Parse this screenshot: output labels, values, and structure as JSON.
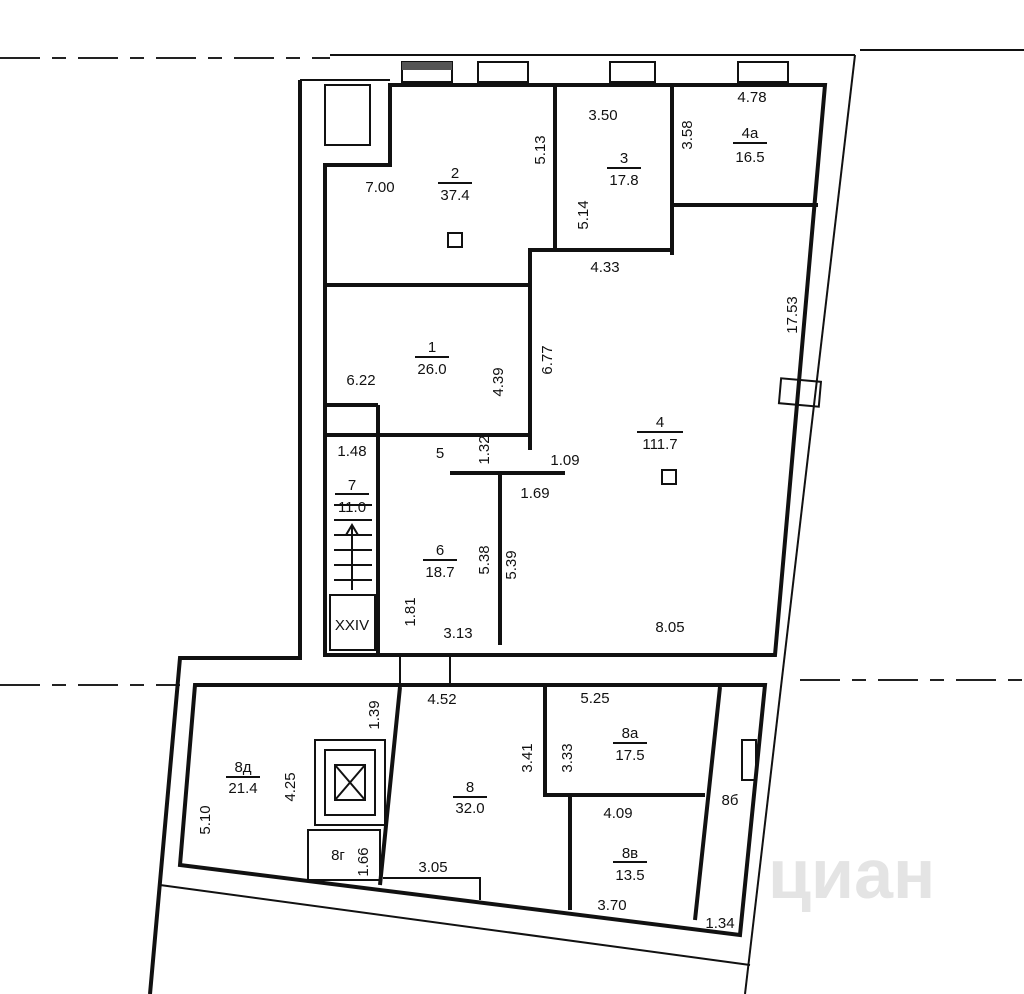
{
  "plan": {
    "watermark": "циан",
    "stair_label": "XXIV",
    "rooms": [
      {
        "id": "1",
        "area": "26.0"
      },
      {
        "id": "2",
        "area": "37.4"
      },
      {
        "id": "3",
        "area": "17.8"
      },
      {
        "id": "4",
        "area": "111.7"
      },
      {
        "id": "4а",
        "area": "16.5"
      },
      {
        "id": "5"
      },
      {
        "id": "6",
        "area": "18.7"
      },
      {
        "id": "7",
        "area": "11.0"
      },
      {
        "id": "8",
        "area": "32.0"
      },
      {
        "id": "8а",
        "area": "17.5"
      },
      {
        "id": "8б"
      },
      {
        "id": "8в",
        "area": "13.5"
      },
      {
        "id": "8г"
      },
      {
        "id": "8д",
        "area": "21.4"
      }
    ],
    "dimensions": [
      "7.00",
      "5.13",
      "3.50",
      "5.14",
      "3.58",
      "4.78",
      "4.33",
      "17.53",
      "6.22",
      "4.39",
      "6.77",
      "1.48",
      "1.32",
      "1.09",
      "1.69",
      "5.38",
      "5.39",
      "1.81",
      "3.13",
      "8.05",
      "4.52",
      "1.39",
      "5.25",
      "3.41",
      "3.33",
      "4.09",
      "5.10",
      "4.25",
      "1.66",
      "3.05",
      "3.70",
      "1.34"
    ]
  }
}
